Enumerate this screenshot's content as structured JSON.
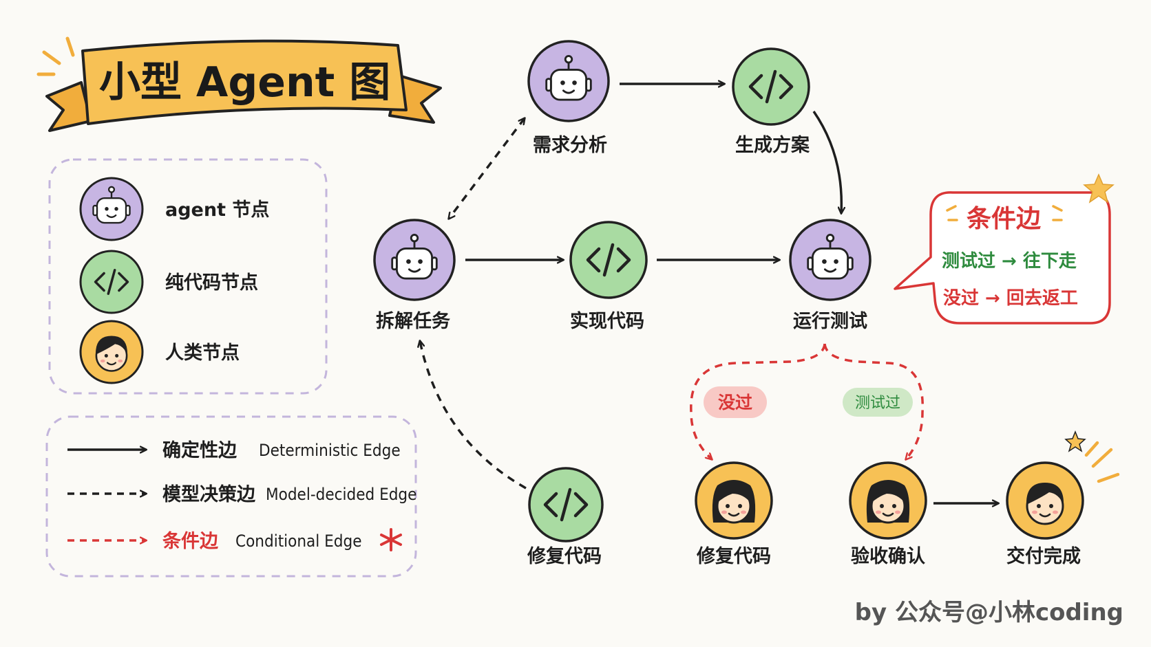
{
  "title": "小型 Agent 图",
  "legend": {
    "node_types": [
      {
        "label": "agent 节点",
        "icon": "robot-icon",
        "color": "#c7b5e3"
      },
      {
        "label": "纯代码节点",
        "icon": "code-icon",
        "color": "#a9dba2"
      },
      {
        "label": "人类节点",
        "icon": "person-icon",
        "color": "#f7c155"
      }
    ],
    "edge_types": [
      {
        "label": "确定性边",
        "en": "Deterministic Edge",
        "style": "solid",
        "color": "#1e1e1e"
      },
      {
        "label": "模型决策边",
        "en": "Model-decided Edge",
        "style": "dashed",
        "color": "#1e1e1e"
      },
      {
        "label": "条件边",
        "en": "Conditional Edge",
        "style": "dashed",
        "color": "#d93636"
      }
    ]
  },
  "nodes": {
    "analysis": {
      "label": "需求分析",
      "type": "agent"
    },
    "plan": {
      "label": "生成方案",
      "type": "code"
    },
    "decompose": {
      "label": "拆解任务",
      "type": "agent"
    },
    "implement": {
      "label": "实现代码",
      "type": "code"
    },
    "run_test": {
      "label": "运行测试",
      "type": "agent"
    },
    "fix_code_auto": {
      "label": "修复代码",
      "type": "code"
    },
    "fix_code_human": {
      "label": "修复代码",
      "type": "human"
    },
    "acceptance": {
      "label": "验收确认",
      "type": "human"
    },
    "deliver": {
      "label": "交付完成",
      "type": "human"
    }
  },
  "callout": {
    "title": "条件边",
    "line_pass": "测试过 → 往下走",
    "line_fail": "没过 → 回去返工"
  },
  "branch_tags": {
    "fail": "没过",
    "pass": "测试过"
  },
  "credit": "by 公众号@小林coding",
  "colors": {
    "agent": "#c7b5e3",
    "code": "#a9dba2",
    "human": "#f7c155",
    "conditional": "#d93636",
    "pass_green": "#2e8b3e",
    "ribbon": "#f7c155"
  }
}
